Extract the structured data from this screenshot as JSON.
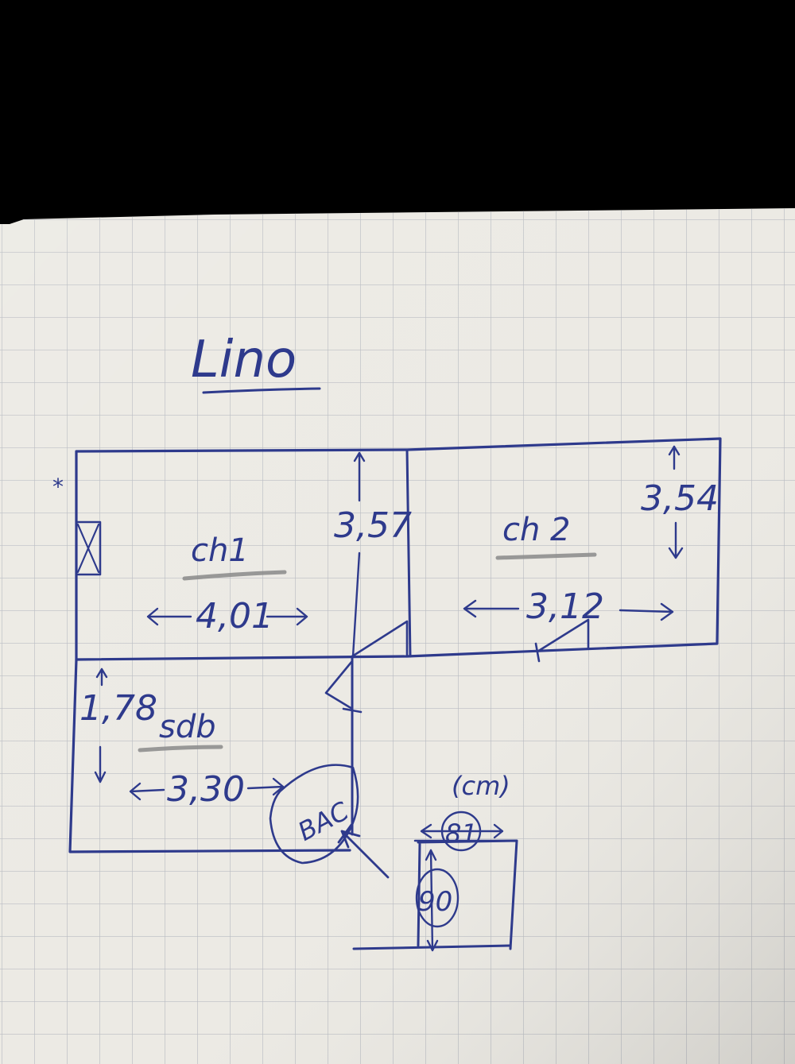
{
  "title": "Lino",
  "colors": {
    "ink": "#2e3a8c",
    "pencil": "#8a8a8a",
    "paper": "#eceae4",
    "grid": "#b9bcc2",
    "background": "#000000"
  },
  "rooms": {
    "ch1": {
      "label": "ch1",
      "width": "4,01",
      "height": "3,57"
    },
    "ch2": {
      "label": "ch 2",
      "width": "3,12",
      "height": "3,54"
    },
    "sdb": {
      "label": "sdb",
      "width": "3,30",
      "height": "1,78"
    }
  },
  "annotations": {
    "bac": "BAC",
    "cm": "(cm)",
    "w81": "81",
    "h90": "90",
    "star": "*"
  }
}
